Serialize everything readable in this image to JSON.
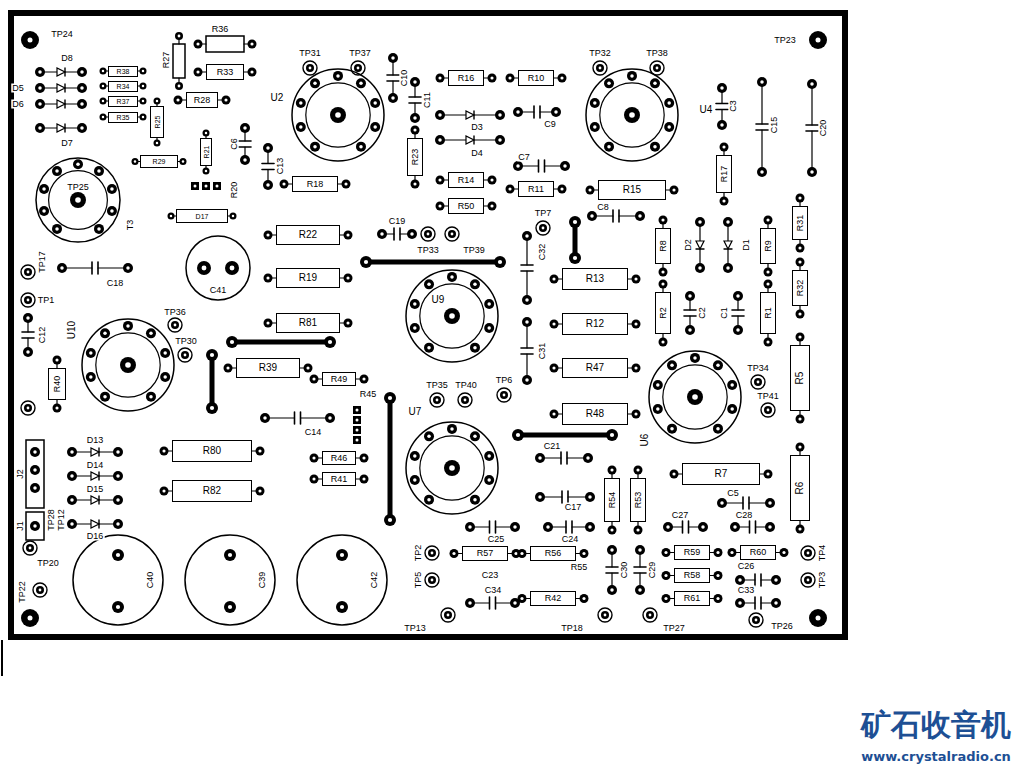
{
  "diagram": {
    "nodes": [
      {
        "text": [
          "R38"
        ]
      },
      {
        "text": [
          "R34"
        ]
      },
      {
        "text": [
          "R37"
        ]
      },
      {
        "text": [
          "R35"
        ]
      },
      {
        "text": [
          "R33"
        ]
      },
      {
        "text": [
          "R28"
        ]
      },
      {
        "text": [
          "R25"
        ]
      },
      {
        "text": [
          "R16"
        ]
      },
      {
        "text": [
          "R10"
        ]
      },
      {
        "text": [
          "R21"
        ]
      },
      {
        "text": [
          "R29"
        ]
      },
      {
        "text": [
          "R23"
        ]
      },
      {
        "text": [
          "R18"
        ]
      },
      {
        "text": [
          "R14"
        ]
      },
      {
        "text": [
          "R11"
        ]
      },
      {
        "text": [
          "R15"
        ]
      },
      {
        "text": [
          "R17"
        ]
      },
      {
        "text": [
          "R50"
        ]
      },
      {
        "text": [
          "D17"
        ]
      },
      {
        "text": [
          "R22"
        ]
      },
      {
        "text": [
          "R31"
        ]
      },
      {
        "text": [
          "R8"
        ]
      },
      {
        "text": [
          "R9"
        ]
      },
      {
        "text": [
          "R19"
        ]
      },
      {
        "text": [
          "R13"
        ]
      },
      {
        "text": [
          "R32"
        ]
      },
      {
        "text": [
          "R2"
        ]
      },
      {
        "text": [
          "R1"
        ]
      },
      {
        "text": [
          "R81"
        ]
      },
      {
        "text": [
          "R12"
        ]
      },
      {
        "text": [
          "R5"
        ]
      },
      {
        "text": [
          "R39"
        ]
      },
      {
        "text": [
          "R47"
        ]
      },
      {
        "text": [
          "R40"
        ]
      },
      {
        "text": [
          "R49"
        ]
      },
      {
        "text": [
          "R48"
        ]
      },
      {
        "text": [
          "R80"
        ]
      },
      {
        "text": [
          "R46"
        ]
      },
      {
        "text": [
          "R6"
        ]
      },
      {
        "text": [
          "R7"
        ]
      },
      {
        "text": [
          "R41"
        ]
      },
      {
        "text": [
          "R54"
        ]
      },
      {
        "text": [
          "R53"
        ]
      },
      {
        "text": [
          "R82"
        ]
      },
      {
        "text": [
          "R59"
        ]
      },
      {
        "text": [
          "R60"
        ]
      },
      {
        "text": [
          "R58"
        ]
      },
      {
        "text": [
          "R61"
        ]
      },
      {
        "text": [
          "R57"
        ]
      },
      {
        "text": [
          "R56"
        ]
      },
      {
        "text": [
          "R42"
        ]
      }
    ],
    "labels": [
      "TP24",
      "TP23",
      "R36",
      "R27",
      "D8",
      "D5",
      "D6",
      "D7",
      "TP31",
      "TP37",
      "TP32",
      "TP38",
      "C10",
      "C11",
      "U2",
      "U4",
      "C3",
      "C15",
      "D3",
      "D4",
      "C9",
      "C6",
      "C13",
      "C20",
      "C7",
      "TP25",
      "R20",
      "T3",
      "C19",
      "TP7",
      "C8",
      "TP33",
      "TP39",
      "C32",
      "TP17",
      "C18",
      "C41",
      "D2",
      "D1",
      "TP1",
      "C2",
      "C1",
      "U9",
      "U10",
      "TP36",
      "C12",
      "TP30",
      "C31",
      "TP34",
      "TP6",
      "TP35",
      "TP40",
      "R45",
      "TP41",
      "U6",
      "C14",
      "J2",
      "D13",
      "D14",
      "C21",
      "U7",
      "D15",
      "C5",
      "C17",
      "D16",
      "C27",
      "C28",
      "J1",
      "TP12",
      "TP28",
      "C25",
      "C24",
      "TP20",
      "TP2",
      "TP4",
      "R55",
      "C30",
      "C23",
      "C26",
      "TP5",
      "TP3",
      "C29",
      "C40",
      "C39",
      "C42",
      "C34",
      "C33",
      "TP22",
      "TP13",
      "TP18",
      "TP27",
      "TP26",
      "矿石收音机",
      "www.crystalradio.cn"
    ]
  }
}
